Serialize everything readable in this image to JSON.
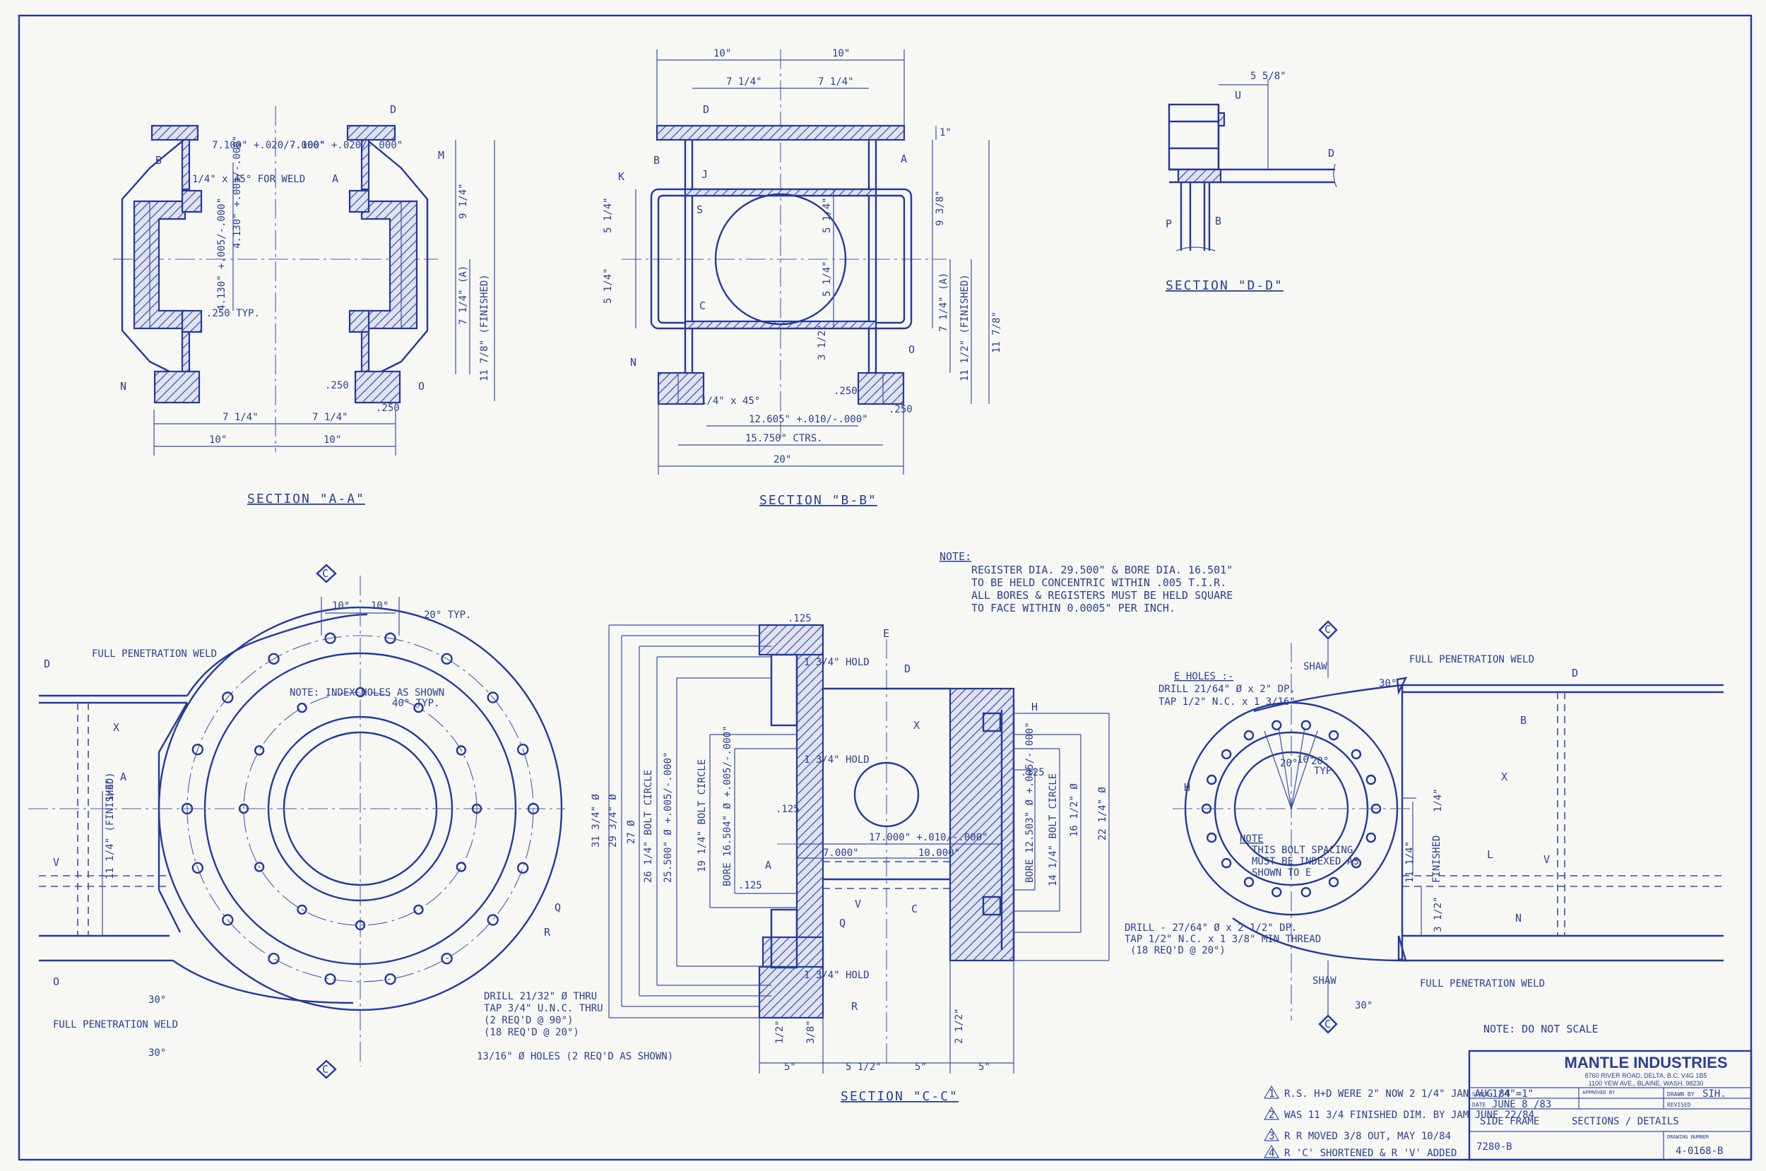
{
  "sections": {
    "aa": {
      "title": "SECTION \"A-A\"",
      "tags": {
        "d": "D",
        "b": "B",
        "a": "A",
        "m": "M",
        "n": "N",
        "o": "O"
      },
      "weld_note": "1/4\" x 45° FOR WELD",
      "dims": {
        "tol_left": "7.100\" +.020/-.000\"",
        "tol_right": "7.100\" +.020/-.000\"",
        "bore_top": "4.130\" +.005/-.000\"",
        "bore_bot": "4.130\" +.005/-.000\"",
        "typ": ".250 TYP.",
        "r250a": ".250",
        "r250b": ".250",
        "h_9": "9 1/4\"",
        "h_7": "7 1/4\" (A)",
        "h_11": "11 7/8\" (FINISHED)",
        "w_7a": "7 1/4\"",
        "w_7b": "7 1/4\"",
        "w_10a": "10\"",
        "w_10b": "10\""
      }
    },
    "bb": {
      "title": "SECTION \"B-B\"",
      "tags": {
        "d": "D",
        "k": "K",
        "b": "B",
        "j": "J",
        "a": "A",
        "s": "S",
        "c": "C",
        "n": "N",
        "o": "O"
      },
      "dims": {
        "top_10a": "10\"",
        "top_10b": "10\"",
        "top_7a": "7 1/4\"",
        "top_7b": "7 1/4\"",
        "one": "1\"",
        "h_9": "9 3/8\"",
        "h_5a": "5 1/4\"",
        "h_5b": "5 1/4\"",
        "h_5c": "5 1/4\"",
        "h_5d": "5 1/4\"",
        "h_3": "3 1/2\"",
        "h_7": "7 1/4\" (A)",
        "h_11": "11 1/2\" (FINISHED)",
        "h_11b": "11 7/8\"",
        "chamfer": "1/4\" x 45°",
        "r250a": ".250",
        "r250b": ".250",
        "w_12": "12.605\" +.010/-.000\"",
        "w_15": "15.750\" CTRS.",
        "w_20": "20\""
      }
    },
    "dd": {
      "title": "SECTION \"D-D\"",
      "dim": "5 5/8\"",
      "tags": {
        "u": "U",
        "d": "D",
        "p": "P",
        "b": "B"
      }
    },
    "cc": {
      "title": "SECTION \"C-C\"",
      "tags": {
        "d": "D",
        "h": "H",
        "x": "X",
        "a": "A",
        "c": "C",
        "q": "Q",
        "r": "R",
        "v": "V",
        "e": "E"
      },
      "dims": {
        "d_31": "31 3/4\" Ø",
        "d_29": "29 3/4\" Ø",
        "d_27": "27 Ø",
        "bc_26": "26 1/4\" BOLT CIRCLE",
        "d_25": "25.500\" Ø +.005/-.000\"",
        "bc_19": "19 1/4\" BOLT CIRCLE",
        "bore_16": "BORE 16.504\" Ø +.005/-.000\"",
        "w_17": "17.000\" +.010/-.000\"",
        "w_7": "7.000\"",
        "w_10": "10.000\"",
        "bore_12": "BORE 12.503\" Ø +.005/-.000\"",
        "bc_14": "14 1/4\" BOLT CIRCLE",
        "d_16": "16 1/2\" Ø",
        "d_22": "22 1/4\" Ø",
        "h_1_3a": "1 3/4\" HOLD",
        "h_1_3b": "1 3/4\" HOLD",
        "h_1_3c": "1 3/4\" HOLD",
        "c125a": ".125",
        "c125b": ".125",
        "c125c": ".125",
        "c125d": ".125",
        "bot_5a": "5\"",
        "bot_5b": "5 1/2\"",
        "bot_5c": "5\"",
        "bot_5d": "5\"",
        "bot_half": "1/2\"",
        "bot_3": "3/8\"",
        "bot_2": "2 1/2\""
      }
    },
    "left_view": {
      "tags": {
        "d": "D",
        "x": "X",
        "a": "A",
        "v": "V",
        "o": "O",
        "q": "Q",
        "r": "R",
        "c_top": "C",
        "c_bot": "C"
      },
      "fpw_top": "FULL PENETRATION WELD",
      "fpw_bot": "FULL PENETRATION WELD",
      "note_index": "NOTE: INDEX HOLES AS SHOWN",
      "angle_10a": "10°",
      "angle_10b": "10°",
      "angle_20": "20° TYP.",
      "angle_40": "40° TYP.",
      "angle_30a": "30°",
      "angle_30b": "30°",
      "h_11": "11 1/4\" (FINISHED)",
      "h_1": "1/4\"",
      "drill": [
        "DRILL 21/32\" Ø THRU",
        "TAP 3/4\" U.N.C. THRU",
        "(2 REQ'D @ 90°)",
        "(18 REQ'D @ 20°)"
      ],
      "holes": "13/16\" Ø HOLES (2 REQ'D AS SHOWN)"
    },
    "right_view": {
      "tags": {
        "d": "D",
        "b": "B",
        "x": "X",
        "l": "L",
        "v": "V",
        "n": "N",
        "c_top": "C",
        "c_bot": "C",
        "h": "H"
      },
      "fpw_top": "FULL PENETRATION WELD",
      "fpw_bot": "FULL PENETRATION WELD",
      "shaw_top": "SHAW",
      "shaw_bot": "SHAW",
      "holes_note": [
        "E HOLES :-",
        "DRILL 21/64\" Ø x 2\" DP.",
        "TAP 1/2\" N.C. x 1 3/16\""
      ],
      "angles": [
        "20°",
        "10°",
        "20°"
      ],
      "typ": "TYP.",
      "note_spacing": [
        "NOTE",
        "THIS BOLT SPACING",
        "MUST BE INDEXED AS",
        "SHOWN TO E"
      ],
      "drill": [
        "DRILL - 27/64\" Ø x 2 1/2\" DP.",
        "TAP 1/2\" N.C. x 1 3/8\" MIN THREAD",
        "(18 REQ'D @ 20°)"
      ],
      "h_11": "11 1/4\"",
      "finished": "FINISHED",
      "h_1": "1/4\"",
      "h_3": "3 1/2\"",
      "angle_30a": "30°",
      "angle_30b": "30°"
    }
  },
  "general_note": {
    "heading": "NOTE:",
    "lines": [
      "REGISTER DIA. 29.500\" & BORE DIA. 16.501\"",
      "TO BE HELD CONCENTRIC WITHIN .005 T.I.R.",
      "ALL BORES & REGISTERS MUST BE HELD SQUARE",
      "TO FACE WITHIN 0.0005\" PER INCH."
    ]
  },
  "scale_note": "NOTE:  DO NOT SCALE",
  "revisions": [
    {
      "mark": "1",
      "text": "R.S. H+D WERE 2\" NOW 2 1/4\" JAN AUG 84"
    },
    {
      "mark": "2",
      "text": "WAS 11 3/4 FINISHED DIM. BY JAM JUNE 22/84"
    },
    {
      "mark": "3",
      "text": "R R MOVED 3/8 OUT, MAY 10/84"
    },
    {
      "mark": "4",
      "text": "R 'C' SHORTENED & R 'V' ADDED"
    }
  ],
  "title_block": {
    "company": "MANTLE INDUSTRIES",
    "address1": "8760 RIVER ROAD, DELTA, B.C. V4G 1B5",
    "address2": "1100 YEW AVE., BLAINE, WASH. 98230",
    "scale_label": "SCALE",
    "scale_value": "1/4\"=1\"",
    "approved_label": "APPROVED BY",
    "drawn_label": "DRAWN BY",
    "drawn_value": "SIH.",
    "date_label": "DATE",
    "date_value": "JUNE 8 /83",
    "revised_label": "REVISED",
    "title_a": "SIDE FRAME",
    "title_b": "SECTIONS / DETAILS",
    "drawing_number_label": "DRAWING NUMBER",
    "drawing_number": "4-0168-B",
    "part_no": "7280-B"
  },
  "colors": {
    "ink": "#24399a",
    "paper": "#f7f7f4"
  }
}
